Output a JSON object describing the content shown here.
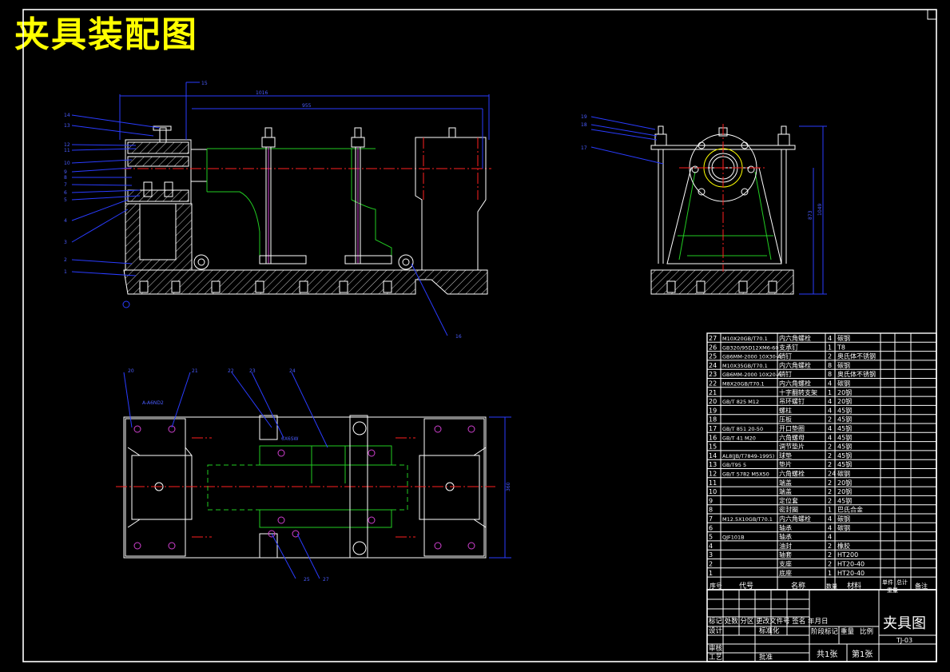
{
  "title": "夹具装配图",
  "drawing": {
    "name": "夹具图",
    "code": "TJ-03",
    "sheet_total": "共1张",
    "sheet_no": "第1张"
  },
  "bom_header": {
    "no": "序号",
    "code": "代号",
    "name": "名称",
    "qty": "数量",
    "material": "材料",
    "unit_weight": "单件",
    "total_weight": "总计",
    "weight": "重量",
    "remark": "备注"
  },
  "bom": [
    {
      "no": "27",
      "code": "M10X20GB/T70.1",
      "name": "内六角螺栓",
      "qty": "4",
      "material": "碳钢"
    },
    {
      "no": "26",
      "code": "GB320/95D12XM6-60",
      "name": "支承钉",
      "qty": "1",
      "material": "T8"
    },
    {
      "no": "25",
      "code": "GB6MM-2000 10X30-A",
      "name": "销钉",
      "qty": "2",
      "material": "奥氏体不锈钢"
    },
    {
      "no": "24",
      "code": "M10X35GB/T70.1",
      "name": "内六角螺栓",
      "qty": "8",
      "material": "碳钢"
    },
    {
      "no": "23",
      "code": "GB6MM-2000 10X20-A",
      "name": "销钉",
      "qty": "8",
      "material": "奥氏体不锈钢"
    },
    {
      "no": "22",
      "code": "M8X20GB/T70.1",
      "name": "内六角螺栓",
      "qty": "4",
      "material": "碳钢"
    },
    {
      "no": "21",
      "code": "",
      "name": "十字翻转支架",
      "qty": "1",
      "material": "20钢"
    },
    {
      "no": "20",
      "code": "GB/T 825 M12",
      "name": "吊环螺钉",
      "qty": "4",
      "material": "20钢"
    },
    {
      "no": "19",
      "code": "",
      "name": "螺柱",
      "qty": "4",
      "material": "45钢"
    },
    {
      "no": "18",
      "code": "",
      "name": "压板",
      "qty": "2",
      "material": "45钢"
    },
    {
      "no": "17",
      "code": "GB/T 851 20-50",
      "name": "开口垫圈",
      "qty": "4",
      "material": "45钢"
    },
    {
      "no": "16",
      "code": "GB/T 41 M20",
      "name": "六角螺母",
      "qty": "4",
      "material": "45钢"
    },
    {
      "no": "15",
      "code": "",
      "name": "调节垫片",
      "qty": "2",
      "material": "45钢"
    },
    {
      "no": "14",
      "code": "AL8(JB/T7849-1995)",
      "name": "球垫",
      "qty": "2",
      "material": "45钢"
    },
    {
      "no": "13",
      "code": "GB/T95 5",
      "name": "垫片",
      "qty": "2",
      "material": "45钢"
    },
    {
      "no": "12",
      "code": "GB/T 5782 M5X50",
      "name": "六角螺栓",
      "qty": "24",
      "material": "碳钢"
    },
    {
      "no": "11",
      "code": "",
      "name": "端盖",
      "qty": "2",
      "material": "20钢"
    },
    {
      "no": "10",
      "code": "",
      "name": "端盖",
      "qty": "2",
      "material": "20钢"
    },
    {
      "no": "9",
      "code": "",
      "name": "定位套",
      "qty": "2",
      "material": "45钢"
    },
    {
      "no": "8",
      "code": "",
      "name": "密封圈",
      "qty": "1",
      "material": "巴氏合金"
    },
    {
      "no": "7",
      "code": "M12.5X10GB/T70.1",
      "name": "内六角螺栓",
      "qty": "4",
      "material": "碳钢"
    },
    {
      "no": "6",
      "code": "",
      "name": "轴承",
      "qty": "4",
      "material": "碳钢"
    },
    {
      "no": "5",
      "code": "QJF101B",
      "name": "轴承",
      "qty": "4",
      "material": ""
    },
    {
      "no": "4",
      "code": "",
      "name": "油封",
      "qty": "2",
      "material": "橡胶"
    },
    {
      "no": "3",
      "code": "",
      "name": "轴套",
      "qty": "2",
      "material": "HT200"
    },
    {
      "no": "2",
      "code": "",
      "name": "支座",
      "qty": "2",
      "material": "HT20-40"
    },
    {
      "no": "1",
      "code": "",
      "name": "底座",
      "qty": "1",
      "material": "HT20-40"
    }
  ],
  "title_block": {
    "row_a": "标记 处数 分区 更改文件号 签名 年月日",
    "design": "设计",
    "std": "标准化",
    "stage": "阶段标记",
    "weight": "重量",
    "scale": "比例",
    "review": "审核",
    "process": "工艺",
    "approve": "批准"
  },
  "callouts": {
    "front_left": [
      "14",
      "13",
      "12",
      "11",
      "10",
      "9",
      "8",
      "7",
      "6",
      "5",
      "4",
      "3",
      "2",
      "1"
    ],
    "front_top": "15",
    "front_bottom": "16",
    "side_left": [
      "19",
      "18",
      "17"
    ],
    "plan_top": [
      "20",
      "21",
      "22",
      "23",
      "24"
    ],
    "plan_bottom": [
      "25",
      "27"
    ]
  },
  "dims": {
    "front_overall": "1016",
    "front_inner": "955",
    "side_height": "1049",
    "side_height2": "873",
    "plan_width": "360",
    "note_a": "A-A6ND2",
    "note_b": "6X6SW"
  },
  "colors": {
    "title": "#ffff00",
    "frame": "#ffffff",
    "outline": "#ffffff",
    "hidden": "#22cc22",
    "center": "#ff2020",
    "leader": "#2a3cff",
    "bolt": "#d040d0",
    "background": "#000000"
  }
}
